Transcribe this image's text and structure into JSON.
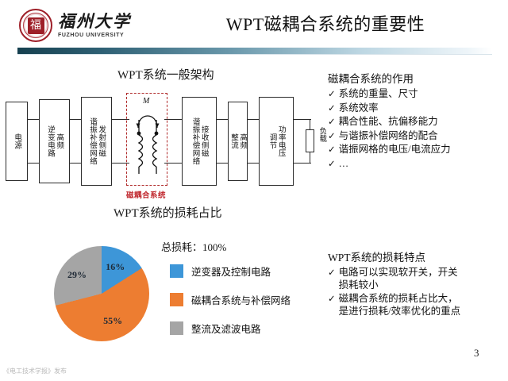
{
  "header": {
    "logo": {
      "seal_char": "福",
      "university_cn": "福州大学",
      "university_en": "FUZHOU UNIVERSITY"
    },
    "title": "WPT磁耦合系统的重要性"
  },
  "architecture": {
    "title": "WPT系统一般架构",
    "blocks": [
      {
        "id": "power-source",
        "lines": [
          "电源"
        ]
      },
      {
        "id": "hf-inverter",
        "lines": [
          "高频",
          "逆变电路"
        ]
      },
      {
        "id": "tx-compensation",
        "lines": [
          "发射侧磁",
          "谐振补偿网络"
        ]
      },
      {
        "id": "rx-compensation",
        "lines": [
          "接收侧磁",
          "谐振补偿网络"
        ]
      },
      {
        "id": "hf-rectifier",
        "lines": [
          "高频",
          "整流"
        ]
      },
      {
        "id": "power-regulator",
        "lines": [
          "功率电压",
          "调节"
        ]
      }
    ],
    "coupler_label": "磁耦合系统",
    "mutual_inductance": "M",
    "load_label": "负载"
  },
  "role_panel": {
    "heading": "磁耦合系统的作用",
    "bullets": [
      "系统的重量、尺寸",
      "系统效率",
      "耦合性能、抗偏移能力",
      "与谐振补偿网络的配合",
      "谐振网格的电压/电流应力",
      "…"
    ],
    "tick": "✓"
  },
  "loss_panel": {
    "heading": "WPT系统的损耗特点",
    "bullets": [
      "电路可以实现软开关，开关\n损耗较小",
      "磁耦合系统的损耗占比大，\n是进行损耗/效率优化的重点"
    ],
    "tick": "✓"
  },
  "chart_data": {
    "type": "pie",
    "title": "WPT系统的损耗占比",
    "total_label": "总损耗：100%",
    "categories": [
      "逆变器及控制电路",
      "磁耦合系统与补偿网络",
      "整流及滤波电路"
    ],
    "values": [
      16,
      55,
      29
    ],
    "value_labels": [
      "16%",
      "55%",
      "29%"
    ],
    "colors": [
      "#3d96d8",
      "#ED7D31",
      "#A5A5A5"
    ],
    "start_angle": 0,
    "units": "percent",
    "legend_position": "right"
  },
  "footer": {
    "watermark": "《电工技术学报》发布",
    "page_number": "3"
  },
  "theme": {
    "divider_dark": "#16404f",
    "divider_light": "#eef5f9",
    "seal_red": "#9e1f28",
    "coupler_red": "#c0272d"
  }
}
